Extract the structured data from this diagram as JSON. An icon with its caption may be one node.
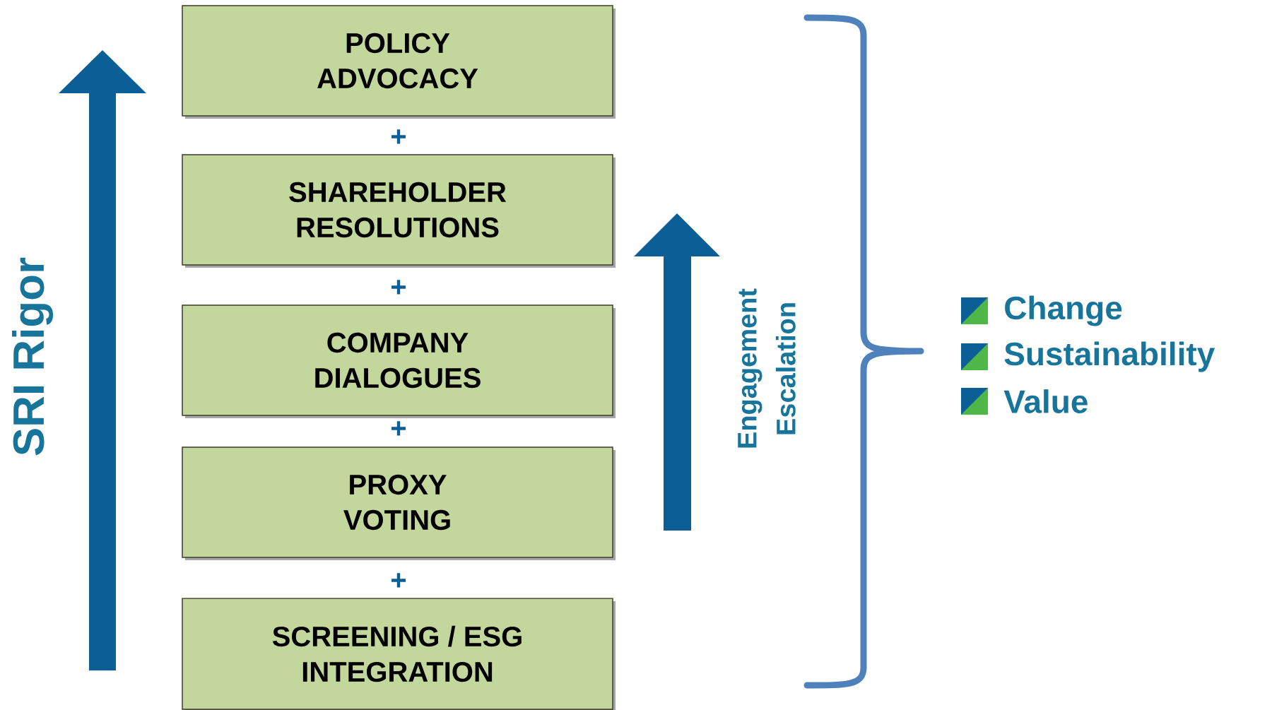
{
  "diagram": {
    "nodes": [
      {
        "text": [
          "POLICY ADVOCACY"
        ]
      },
      {
        "text": [
          "SHAREHOLDER RESOLUTIONS"
        ]
      },
      {
        "text": [
          "COMPANY DIALOGUES"
        ]
      },
      {
        "text": [
          "PROXY VOTING"
        ]
      },
      {
        "text": [
          "SCREENING / ESG INTEGRATION"
        ]
      }
    ],
    "labels": [
      "SRI Rigor",
      "+",
      "+",
      "+",
      "+",
      "Engagement Escalation",
      "Change",
      "Sustainability",
      "Value"
    ]
  }
}
